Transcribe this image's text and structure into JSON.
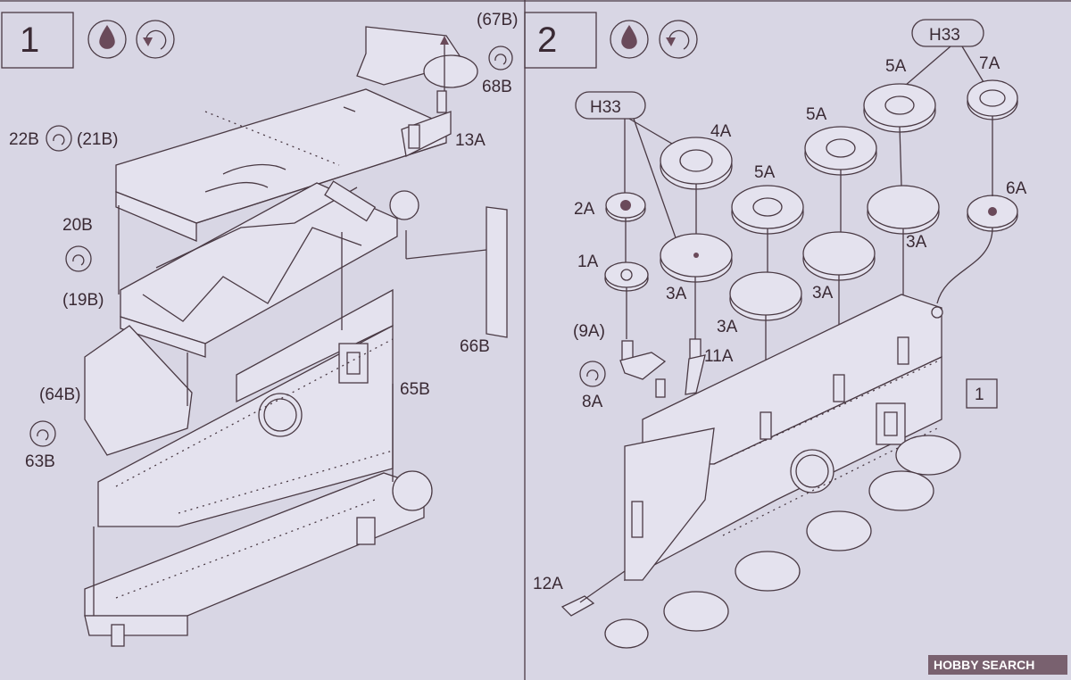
{
  "steps": [
    {
      "number": "1",
      "icons": [
        "glue-drop-icon",
        "rotate-assembly-icon"
      ]
    },
    {
      "number": "2",
      "icons": [
        "glue-drop-icon",
        "rotate-assembly-icon"
      ]
    }
  ],
  "step1": {
    "callout_67B": "(67B)",
    "callout_68B": "68B",
    "callout_13A": "13A",
    "callout_22B": "22B",
    "callout_21B": "(21B)",
    "callout_20B": "20B",
    "callout_19B": "(19B)",
    "callout_66B": "66B",
    "callout_65B": "65B",
    "callout_64B": "(64B)",
    "callout_63B": "63B"
  },
  "step2": {
    "paint_h33_top": "H33",
    "paint_h33_left": "H33",
    "callout_4A": "4A",
    "callout_2A": "2A",
    "callout_1A": "1A",
    "callout_3A_a": "3A",
    "callout_5A_a": "5A",
    "callout_3A_b": "3A",
    "callout_5A_b": "5A",
    "callout_3A_c": "3A",
    "callout_5A_c": "5A",
    "callout_3A_d": "3A",
    "callout_7A": "7A",
    "callout_6A": "6A",
    "callout_9A": "(9A)",
    "callout_11A": "11A",
    "callout_8A": "8A",
    "callout_12A": "12A",
    "step_ref": "1"
  },
  "watermark": "HOBBY SEARCH",
  "colors": {
    "ink": "#3a2a34",
    "paper": "#d8d6e4",
    "part_fill": "#e4e2ee"
  }
}
